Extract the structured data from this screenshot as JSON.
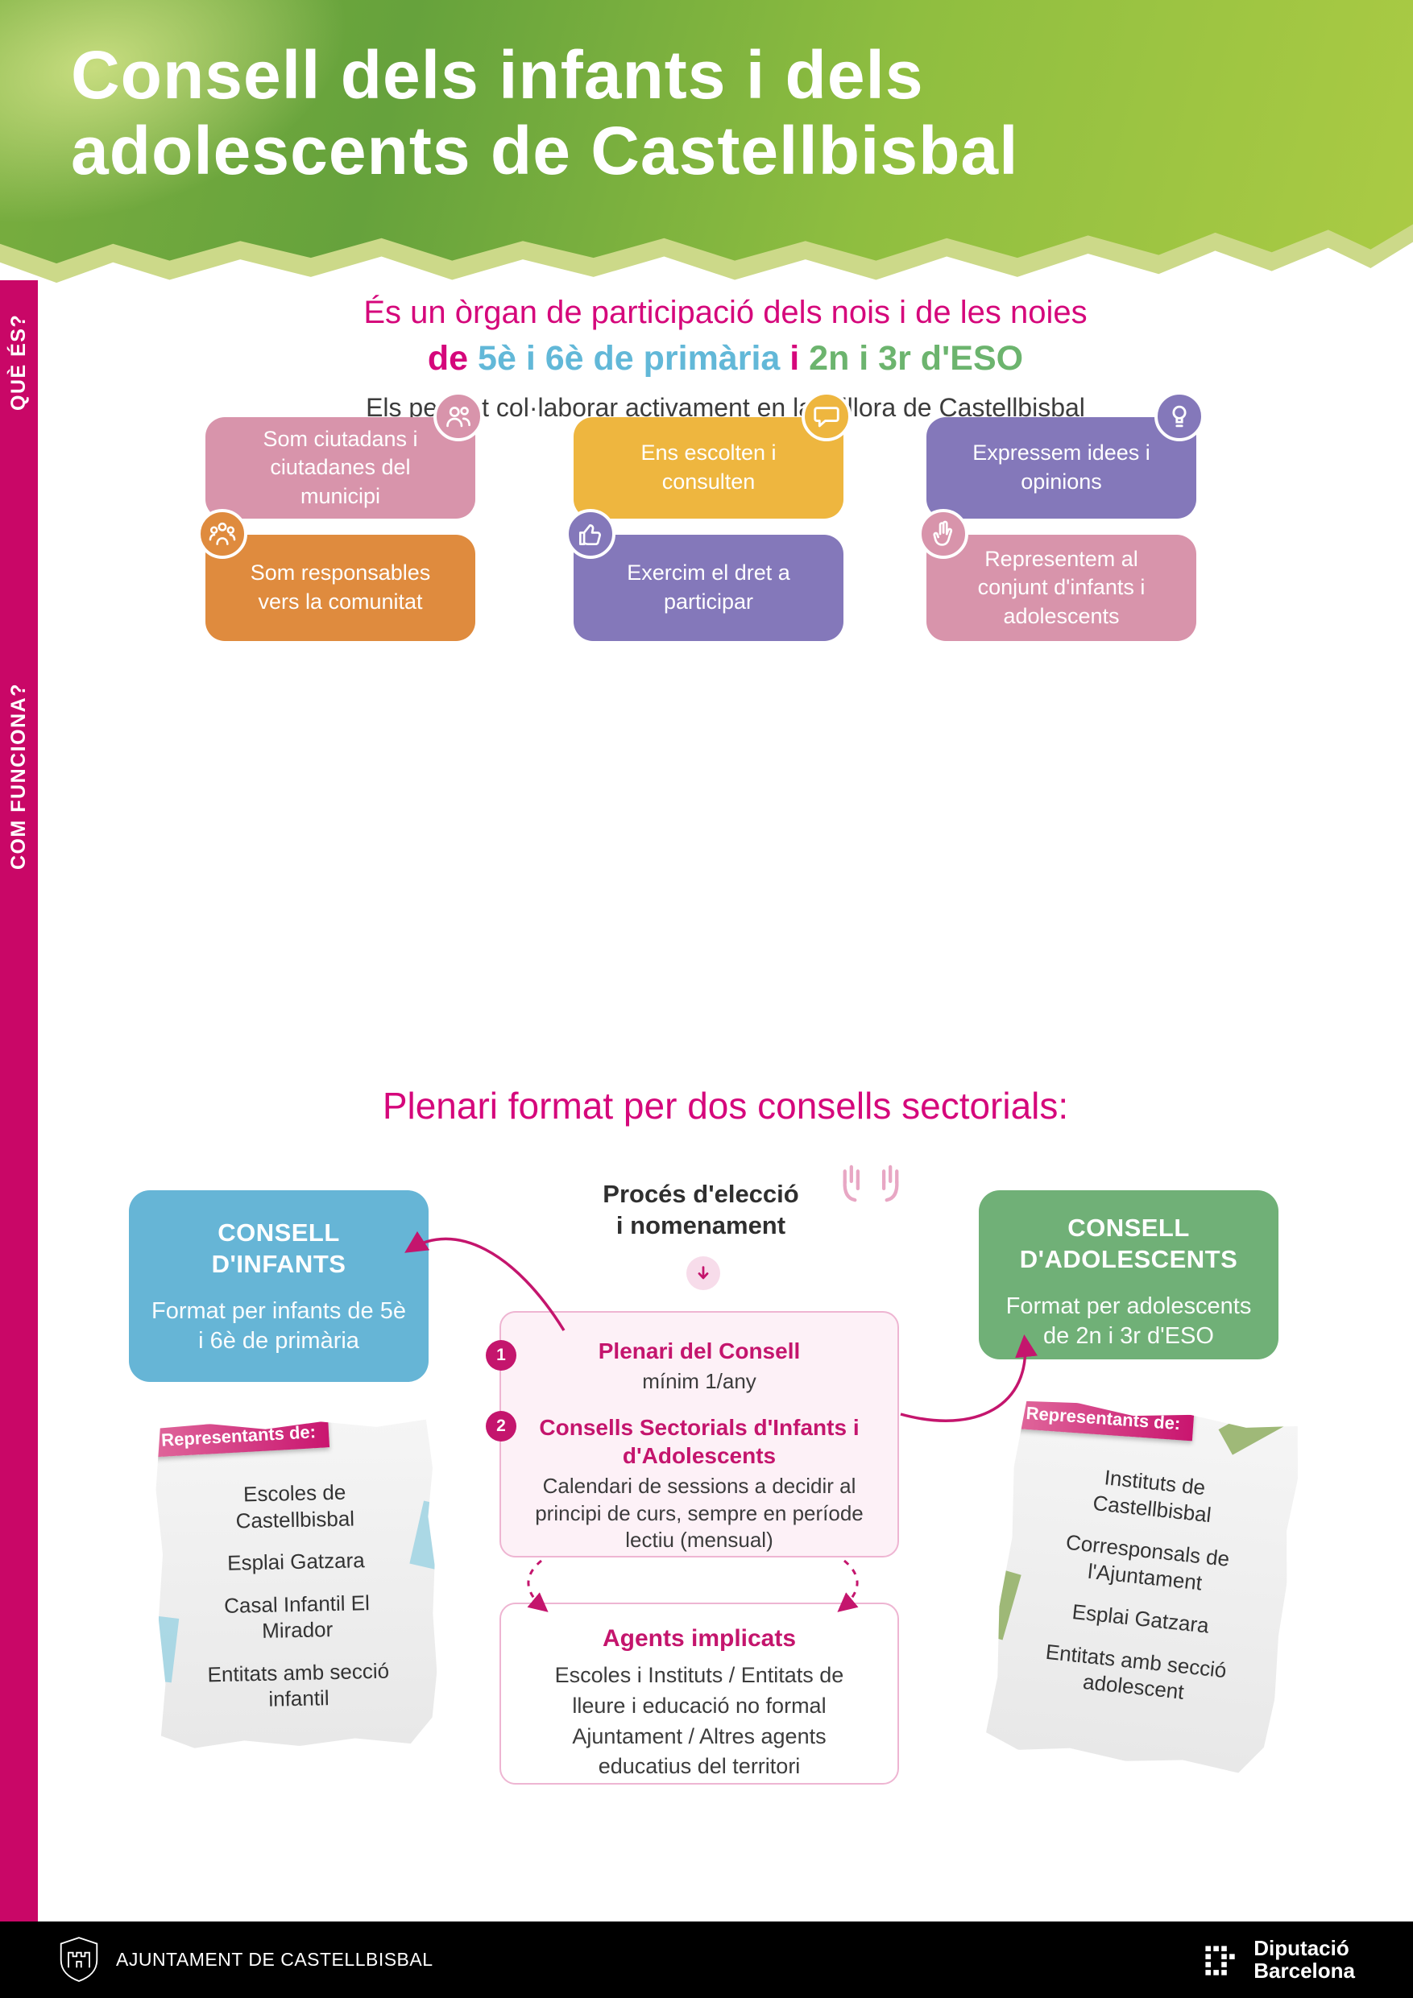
{
  "colors": {
    "magenta": "#c4156d",
    "heading_pink": "#d5077b",
    "blue": "#66b5d6",
    "green": "#70b077",
    "yellow": "#eeb63f",
    "purple": "#8478ba",
    "pink": "#d894ab",
    "orange": "#df8b3e",
    "header_green": "#79ae3f"
  },
  "header": {
    "title_line1": "Consell dels infants i dels",
    "title_line2": "adolescents de Castellbisbal"
  },
  "sidebar": {
    "que_es": "QUÈ ÉS?",
    "com_funciona": "COM FUNCIONA?"
  },
  "intro": {
    "line1": "És un òrgan de participació dels nois i de les noies",
    "line2_de": "de ",
    "line2_primaria": "5è i 6è de primària",
    "line2_i": " i ",
    "line2_eso": "2n i 3r d'ESO",
    "line3": "Els permet col·laborar activament en la millora de Castellbisbal"
  },
  "cards": [
    {
      "icon": "citizens-icon",
      "text": "Som ciutadans i ciutadanes del municipi"
    },
    {
      "icon": "speech-bubble-icon",
      "text": "Ens escolten i consulten"
    },
    {
      "icon": "idea-icon",
      "text": "Expressem idees i opinions"
    },
    {
      "icon": "community-icon",
      "text": "Som responsables vers la comunitat"
    },
    {
      "icon": "thumbs-up-icon",
      "text": "Exercim el dret a participar"
    },
    {
      "icon": "victory-hand-icon",
      "text": "Representem al conjunt d'infants i adolescents"
    }
  ],
  "how_heading": "Plenari format per dos consells sectorials:",
  "consell_infants": {
    "title_line1": "CONSELL",
    "title_line2": "D'INFANTS",
    "body": "Format per infants de 5è i 6è de primària"
  },
  "process": {
    "title_line1": "Procés d'elecció",
    "title_line2": "i nomenament"
  },
  "consell_adolescents": {
    "title_line1": "CONSELL",
    "title_line2": "D'ADOLESCENTS",
    "body": "Format per adolescents de 2n i 3r d'ESO"
  },
  "plenari": {
    "step1": {
      "num": "1",
      "title": "Plenari del Consell",
      "body": "mínim 1/any"
    },
    "step2": {
      "num": "2",
      "title": "Consells Sectorials d'Infants i d'Adolescents",
      "body": "Calendari de sessions a decidir al principi de curs, sempre en període lectiu (mensual)"
    }
  },
  "agents": {
    "title": "Agents implicats",
    "body": "Escoles i Instituts / Entitats de lleure i educació no formal Ajuntament / Altres agents educatius del territori"
  },
  "note_left": {
    "tag": "Representants de:",
    "items": [
      "Escoles de Castellbisbal",
      "Esplai Gatzara",
      "Casal Infantil El Mirador",
      "Entitats amb secció infantil"
    ]
  },
  "note_right": {
    "tag": "Representants de:",
    "items": [
      "Instituts de Castellbisbal",
      "Corresponsals de l'Ajuntament",
      "Esplai Gatzara",
      "Entitats amb secció adolescent"
    ]
  },
  "footer": {
    "ajuntament": "AJUNTAMENT DE CASTELLBISBAL",
    "diputacio_line1": "Diputació",
    "diputacio_line2": "Barcelona"
  }
}
